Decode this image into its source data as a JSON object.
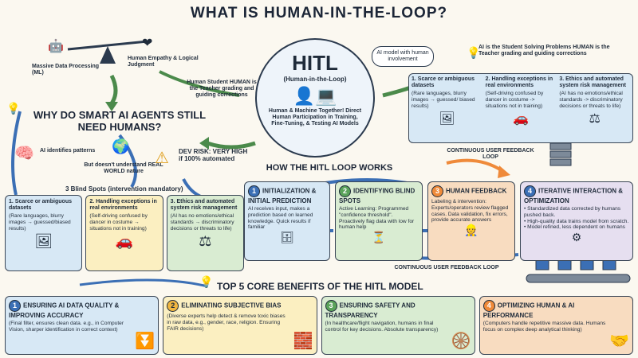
{
  "title": "WHAT IS HUMAN-IN-THE-LOOP?",
  "top_left": {
    "massive": "Massive Data Processing (ML)",
    "empathy": "Human Empathy & Logical Judgment"
  },
  "student_note": "Human Student HUMAN is the Teacher grading and guiding corrections",
  "hitl": {
    "abbr": "HITL",
    "full": "(Human-in-the-Loop)",
    "desc": "Human & Machine Together! Direct Human Participation in Training, Fine-Tuning, & Testing AI Models"
  },
  "ai_model_bubble": "AI model with human involvement",
  "ai_solver_note": "AI is the Student Solving Problems HUMAN is the Teacher grading and guiding corrections",
  "why": {
    "heading": "WHY DO SMART AI AGENTS STILL NEED HUMANS?",
    "patterns": "AI identifies patterns",
    "nature": "But doesn't understand REAL WORLD nature",
    "risk": "DEV RISK: VERY HIGH if 100% automated",
    "blind_spots_title": "3 Blind Spots (intervention mandatory)"
  },
  "left_spots": [
    {
      "num": "1",
      "title": "Scarce or ambiguous datasets",
      "body": "(Rare languages, blurry images → guessed/biased results)"
    },
    {
      "num": "2",
      "title": "Handling exceptions in real environments",
      "body": "(Self-driving confused by dancer in costume → situations not in training)"
    },
    {
      "num": "3",
      "title": "Ethics and automated system risk management",
      "body": "(AI has no emotions/ethical standards → discriminatory decisions or threats to life)"
    }
  ],
  "right_spots": [
    {
      "num": "1",
      "title": "Scarce or ambiguous datasets",
      "body": "(Rare languages, blurry images → guessed/ biased results)"
    },
    {
      "num": "2",
      "title": "Handling exceptions in real environments",
      "body": "(Self-driving confused by dancer in costume -> situations not in training)"
    },
    {
      "num": "3",
      "title": "Ethics and automated system risk management",
      "body": "(AI has no emotions/ethical standards -> discriminatory decisions or threats to life)"
    }
  ],
  "loop": {
    "heading": "HOW THE HITL LOOP WORKS",
    "feedback_top": "CONTINUOUS USER FEEDBACK LOOP",
    "feedback_bottom": "CONTINUOUS USER FEEDBACK LOOP",
    "steps": [
      {
        "num": "1",
        "title": "INITIALIZATION & INITIAL PREDICTION",
        "body": "AI receives input, makes a prediction based on learned knowledge. Quick results if familiar"
      },
      {
        "num": "2",
        "title": "IDENTIFYING BLIND SPOTS",
        "body": "Active Learning: Programmed \"confidence threshold\". Proactively flag data with low for human help"
      },
      {
        "num": "3",
        "title": "HUMAN FEEDBACK",
        "body": "Labeling & intervention: Experts/operators review flagged cases. Data validation, fix errors, provide accurate answers"
      },
      {
        "num": "4",
        "title": "ITERATIVE INTERACTION & OPTIMIZATION",
        "body": "• Standardized data corrected by humans pushed back.\n• High-quality data trains model from scratch.\n• Model refined, less dependent on humans"
      }
    ]
  },
  "benefits": {
    "heading": "TOP 5 CORE BENEFITS OF THE HITL MODEL",
    "items": [
      {
        "num": "1",
        "title": "ENSURING AI DATA QUALITY & IMPROVING ACCURACY",
        "body": "(Final filter, ensures clean data. e.g., in Computer Vision, sharper identification in correct context)"
      },
      {
        "num": "2",
        "title": "ELIMINATING SUBJECTIVE BIAS",
        "body": "(Diverse experts help detect & remove toxic biases in raw data, e.g., gender, race, religion. Ensuring FAIR decisions)"
      },
      {
        "num": "3",
        "title": "ENSURING SAFETY AND TRANSPARENCY",
        "body": "(In healthcare/flight navigation, humans in final control for key decisions. Absolute transparency)"
      },
      {
        "num": "4",
        "title": "OPTIMIZING HUMAN & AI PERFORMANCE",
        "body": "(Computers handle repetitive massive data. Humans focus on complex deep analytical thinking)"
      }
    ]
  },
  "colors": {
    "blue": "#3b6fb5",
    "yellow": "#f0b640",
    "green": "#5aa35a",
    "orange": "#ef8a3a"
  }
}
